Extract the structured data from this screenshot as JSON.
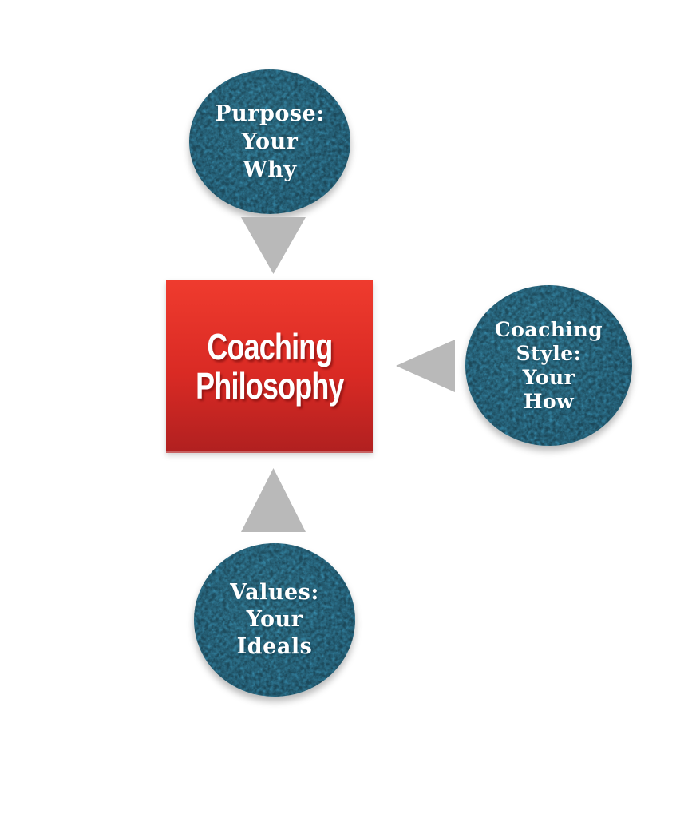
{
  "diagram": {
    "center_box": {
      "lines": [
        "Coaching",
        "Philosophy"
      ]
    },
    "nodes": {
      "purpose": {
        "lines": [
          "Purpose:",
          "Your",
          "Why"
        ]
      },
      "coaching_style": {
        "lines": [
          "Coaching",
          "Style:",
          "Your",
          "How"
        ]
      },
      "values": {
        "lines": [
          "Values:",
          "Your",
          "Ideals"
        ]
      }
    },
    "arrows": [
      {
        "from": "purpose",
        "to": "center",
        "direction": "down"
      },
      {
        "from": "coaching_style",
        "to": "center",
        "direction": "left"
      },
      {
        "from": "values",
        "to": "center",
        "direction": "up"
      }
    ]
  },
  "colors": {
    "background": "#ffffff",
    "node_fill": "#3587a7",
    "node_fill_light": "#3c92b1",
    "node_fill_dark": "#2f7d9c",
    "center_top": "#ef3b2e",
    "center_bottom": "#b02020",
    "arrow": "#b9b9b9",
    "text": "#ffffff"
  }
}
